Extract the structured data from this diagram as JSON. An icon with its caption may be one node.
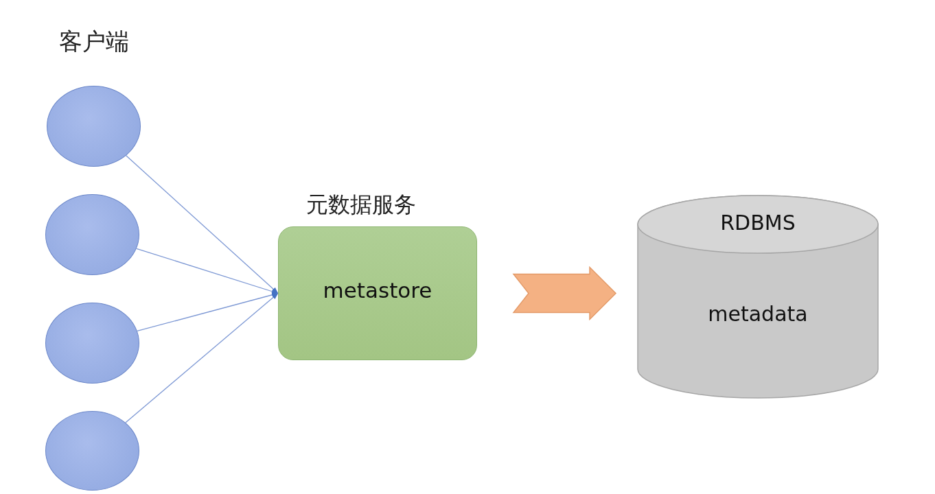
{
  "diagram": {
    "nodes": [
      {
        "text": [],
        "shape": "circle"
      },
      {
        "text": [],
        "shape": "circle"
      },
      {
        "text": [],
        "shape": "circle"
      },
      {
        "text": [],
        "shape": "circle"
      },
      {
        "text": [
          "元数据服务",
          "metastore"
        ]
      },
      {
        "text": [
          "RDBMS",
          "metadata"
        ]
      }
    ],
    "edges": [
      {
        "from": 0,
        "to": 4,
        "arrow": "to"
      },
      {
        "from": 1,
        "to": 4,
        "arrow": "to"
      },
      {
        "from": 2,
        "to": 4,
        "arrow": "to"
      },
      {
        "from": 3,
        "to": 4,
        "arrow": "to"
      },
      {
        "from": 4,
        "to": 5,
        "arrow": "to",
        "style": "thick",
        "color": "#f4b183"
      }
    ],
    "labels": [
      "客户端"
    ]
  }
}
